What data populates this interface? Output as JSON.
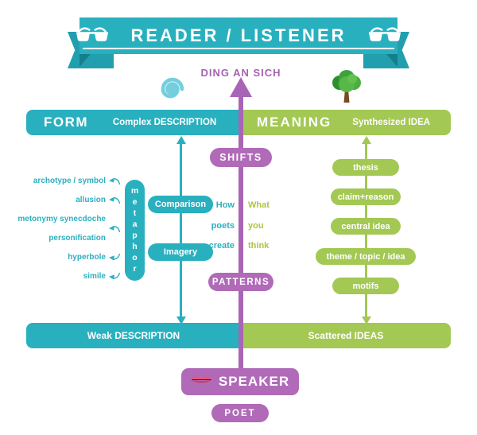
{
  "banner": {
    "title": "READER / LISTENER",
    "left_icon": "glasses",
    "right_icon": "glasses"
  },
  "axis": {
    "top_label": "DING AN SICH"
  },
  "form_section": {
    "icon": "spiral",
    "header": "FORM",
    "subheader": "Complex DESCRIPTION",
    "bottom_bar": "Weak DESCRIPTION"
  },
  "meaning_section": {
    "icon": "tree",
    "header": "MEANING",
    "subheader": "Synthesized IDEA",
    "bottom_bar": "Scattered IDEAS"
  },
  "center": {
    "shifts": "SHIFTS",
    "patterns": "PATTERNS",
    "how": [
      "How",
      "poets",
      "create"
    ],
    "what": [
      "What",
      "you",
      "think"
    ]
  },
  "left": {
    "terms": [
      "archotype / symbol",
      "allusion",
      "metonymy synecdoche",
      "personification",
      "hyperbole",
      "simile"
    ],
    "metaphor": "metaphor",
    "pills": [
      "Comparison",
      "Imagery"
    ]
  },
  "right": {
    "pills": [
      "thesis",
      "claim+reason",
      "central idea",
      "theme / topic / idea",
      "motifs"
    ]
  },
  "bottom": {
    "speaker": "SPEAKER",
    "speaker_icon": "lips",
    "poet": "POET"
  },
  "colors": {
    "teal": "#29b0bf",
    "teal_dark_fold": "#157e8c",
    "green": "#a3c853",
    "purple_badge": "#b06ab8",
    "purple_line": "#a965b5",
    "purple_text": "#a763b0",
    "teal_text": "#2cb0bf",
    "olive_text": "#b3c33d"
  }
}
